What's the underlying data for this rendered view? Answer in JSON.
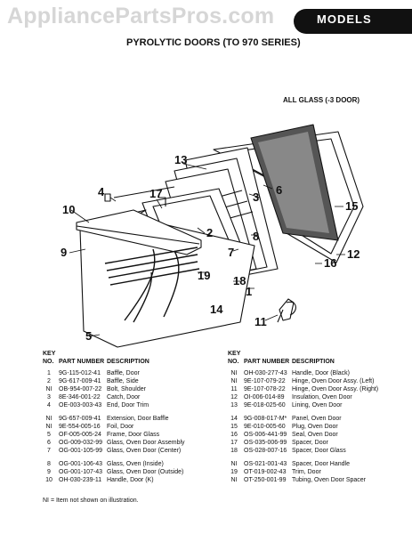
{
  "header": {
    "watermark": "AppliancePartsPros.com",
    "tag": "MODELS",
    "title": "PYROLYTIC DOORS (TO 970 SERIES)",
    "subtitle": "ALL GLASS (-3 DOOR)"
  },
  "callouts": [
    "13",
    "6",
    "3",
    "15",
    "4",
    "17",
    "10",
    "2",
    "8",
    "9",
    "7",
    "12",
    "19",
    "16",
    "18",
    "1",
    "14",
    "11",
    "5"
  ],
  "table": {
    "headers": {
      "key_top": "KEY",
      "key": "NO.",
      "part": "PART NUMBER",
      "desc": "DESCRIPTION"
    },
    "left": [
      {
        "key": "1",
        "part": "9G-115-012-41",
        "desc": "Baffle, Door"
      },
      {
        "key": "2",
        "part": "9G-617-009-41",
        "desc": "Baffle, Side"
      },
      {
        "key": "NI",
        "part": "OB-954-007-22",
        "desc": "Bolt, Shoulder"
      },
      {
        "key": "3",
        "part": "8E-346-001-22",
        "desc": "Catch, Door"
      },
      {
        "key": "4",
        "part": "OE-003-003-43",
        "desc": "End, Door Trim"
      },
      {
        "key": "NI",
        "part": "9G-657-009-41",
        "desc": "Extension, Door Baffle"
      },
      {
        "key": "NI",
        "part": "9E-554-005-16",
        "desc": "Foil, Door"
      },
      {
        "key": "5",
        "part": "OF-005-005-24",
        "desc": "Frame, Door Glass"
      },
      {
        "key": "6",
        "part": "OG-009-032-99",
        "desc": "Glass, Oven Door Assembly"
      },
      {
        "key": "7",
        "part": "OG-001-105-99",
        "desc": "Glass, Oven Door (Center)"
      },
      {
        "key": "8",
        "part": "OG-001-106-43",
        "desc": "Glass, Oven (Inside)"
      },
      {
        "key": "9",
        "part": "OG-001-107-43",
        "desc": "Glass, Oven Door (Outside)"
      },
      {
        "key": "10",
        "part": "OH-030-239-11",
        "desc": "Handle, Door (K)"
      }
    ],
    "right": [
      {
        "key": "NI",
        "part": "OH-030-277-43",
        "desc": "Handle, Door (Black)"
      },
      {
        "key": "NI",
        "part": "9E-107-079-22",
        "desc": "Hinge, Oven Door Assy. (Left)"
      },
      {
        "key": "11",
        "part": "9E-107-078-22",
        "desc": "Hinge, Oven Door Assy. (Right)"
      },
      {
        "key": "12",
        "part": "OI-006-014-89",
        "desc": "Insulation, Oven Door"
      },
      {
        "key": "13",
        "part": "9E-018-025-60",
        "desc": "Lining, Oven Door"
      },
      {
        "key": "14",
        "part": "9G-008-017-M*",
        "desc": "Panel, Oven Door"
      },
      {
        "key": "15",
        "part": "9E-010-005-60",
        "desc": "Plug, Oven Door"
      },
      {
        "key": "16",
        "part": "OS-006-441-99",
        "desc": "Seal, Oven Door"
      },
      {
        "key": "17",
        "part": "OS-035-006-99",
        "desc": "Spacer, Door"
      },
      {
        "key": "18",
        "part": "OS-028-007-16",
        "desc": "Spacer, Door Glass"
      },
      {
        "key": "NI",
        "part": "OS-021-001-43",
        "desc": "Spacer, Door Handle"
      },
      {
        "key": "19",
        "part": "OT-019-002-43",
        "desc": "Trim, Door"
      },
      {
        "key": "NI",
        "part": "OT-250-001-99",
        "desc": "Tubing, Oven Door Spacer"
      }
    ]
  },
  "footnote": "NI = Item not shown on illustration."
}
